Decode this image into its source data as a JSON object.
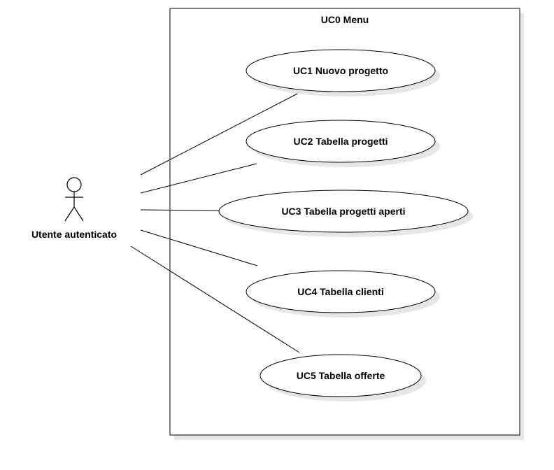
{
  "diagram": {
    "system": {
      "label": "UC0 Menu"
    },
    "actor": {
      "label": "Utente autenticato"
    },
    "use_cases": [
      {
        "id": "uc1",
        "label": "UC1 Nuovo progetto"
      },
      {
        "id": "uc2",
        "label": "UC2 Tabella progetti"
      },
      {
        "id": "uc3",
        "label": "UC3 Tabella progetti aperti"
      },
      {
        "id": "uc4",
        "label": "UC4 Tabella clienti"
      },
      {
        "id": "uc5",
        "label": "UC5 Tabella offerte"
      }
    ],
    "colors": {
      "line": "#000000",
      "fill": "#ffffff",
      "shadow": "#e6e6e6"
    }
  }
}
